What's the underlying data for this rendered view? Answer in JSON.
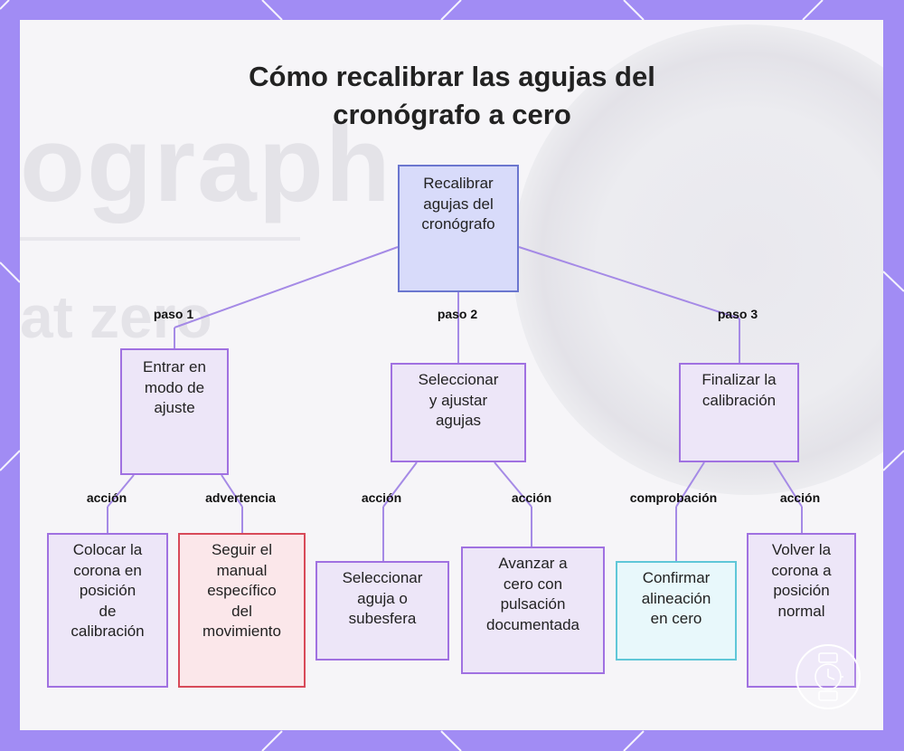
{
  "title": "Cómo recalibrar las agujas del\ncronógrafo a cero",
  "background_watermark": [
    "ograph",
    "at zero"
  ],
  "colors": {
    "frame": "#a18cf4",
    "root_fill": "#d8dbfa",
    "root_border": "#6b76cf",
    "step_fill": "#ede6f8",
    "step_border": "#a071e1",
    "warning_border": "#d84a59",
    "check_border": "#5fc7d8",
    "edge": "#a58ae6"
  },
  "nodes": {
    "root": "Recalibrar\nagujas del\ncronógrafo",
    "step1": "Entrar en\nmodo de\najuste",
    "step2": "Seleccionar\ny ajustar\nagujas",
    "step3": "Finalizar la\ncalibración",
    "a1": "Colocar la\ncorona en\nposición\nde\ncalibración",
    "w1": "Seguir el\nmanual\nespecífico\ndel\nmovimiento",
    "a2": "Seleccionar\naguja o\nsubesfera",
    "a3": "Avanzar a\ncero con\npulsación\ndocumentada",
    "c1": "Confirmar\nalineación\nen cero",
    "a4": "Volver la\ncorona a\nposición\nnormal"
  },
  "edge_labels": {
    "paso1": "paso 1",
    "paso2": "paso 2",
    "paso3": "paso 3",
    "accion1": "acción",
    "advertencia": "advertencia",
    "accion2": "acción",
    "accion3": "acción",
    "comprobacion": "comprobación",
    "accion4": "acción"
  },
  "badge_icon": "watch-logo-icon"
}
